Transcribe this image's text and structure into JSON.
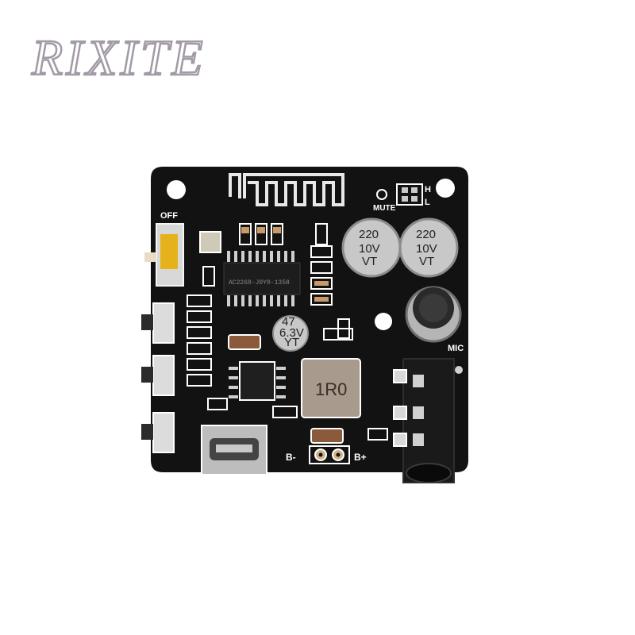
{
  "watermark": "RIXITE",
  "board": {
    "labels": {
      "off": "OFF",
      "mute": "MUTE",
      "h": "H",
      "l": "L",
      "mic": "MIC",
      "b_minus": "B-",
      "b_plus": "B+"
    },
    "chip_marking": "AC2268-J0Y0-1358",
    "capacitors": [
      {
        "value": "220",
        "voltage": "10V",
        "suffix": "VT"
      },
      {
        "value": "220",
        "voltage": "10V",
        "suffix": "VT"
      }
    ],
    "small_capacitor": {
      "value": "47",
      "voltage": "6.3V",
      "suffix": "YT"
    },
    "inductor": "1R0"
  },
  "colors": {
    "pcb": "#121212",
    "silkscreen": "#ffffff",
    "switch": "#e6b21c",
    "capacitor": "#c8c8c8",
    "watermark_outline": "#a29aa6"
  }
}
